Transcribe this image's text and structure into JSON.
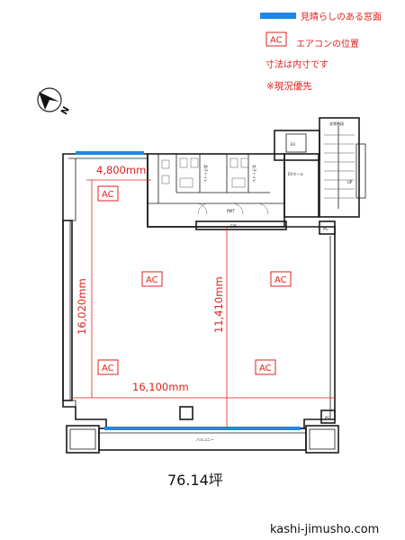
{
  "legend": {
    "window_text": "見晴らしのある窓面",
    "ac_box": "AC",
    "ac_text": "エアコンの位置",
    "inner_text": "寸法は内寸です",
    "priority_text": "※現況優先",
    "window_color": "#1e88e5",
    "accent_color": "#e0201b"
  },
  "compass": {
    "label": "N"
  },
  "dims": {
    "top_width": "4,800mm",
    "left_height": "16,020mm",
    "mid_height": "11,410mm",
    "bottom_width": "16,100mm"
  },
  "ac_label": "AC",
  "rooms": {
    "ev": "EV",
    "ev_hall": "EVホール",
    "ps": "PS",
    "eps": "EPS",
    "balcony": "バルコニー",
    "up": "UP",
    "stairs": "非常階段",
    "toilet_m": "男子トイレ",
    "toilet_w": "女子トイレ",
    "pwt": "PWT"
  },
  "area": "76.14坪",
  "site": "kashi-jimusho.com"
}
